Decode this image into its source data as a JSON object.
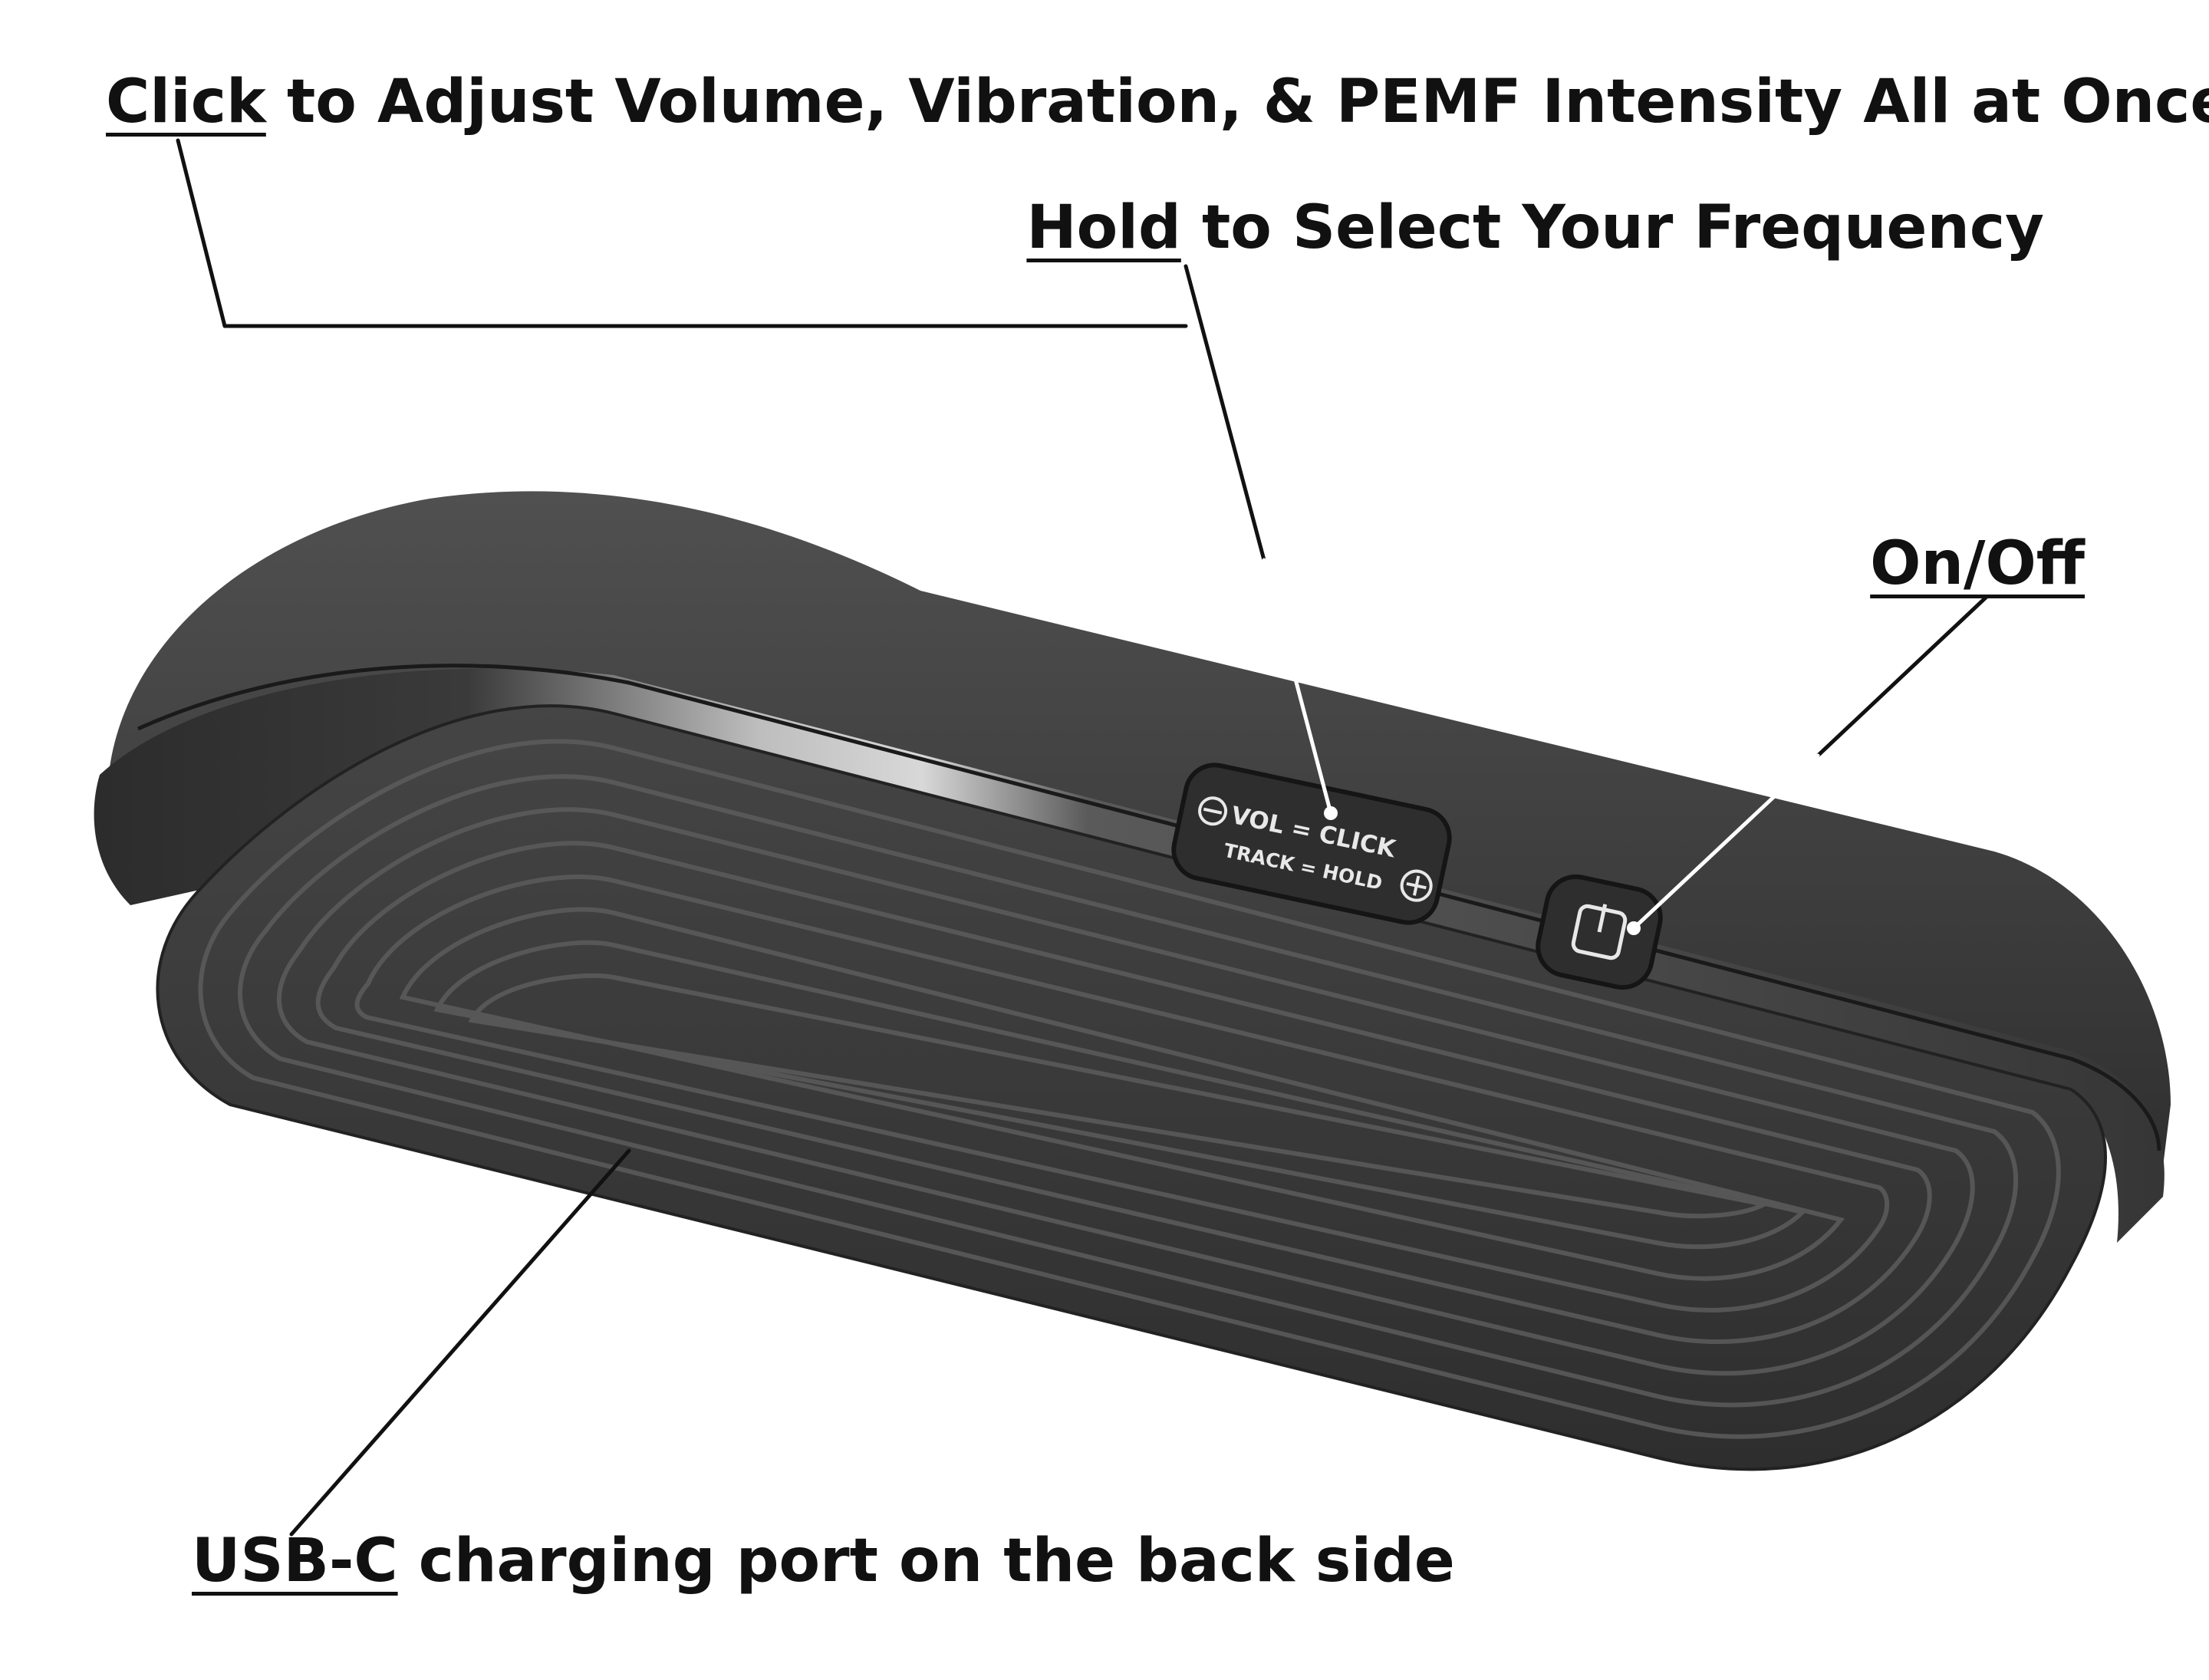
{
  "callouts": {
    "click": {
      "keyword": "Click",
      "text": " to Adjust Volume, Vibration, & PEMF Intensity All at Once"
    },
    "hold": {
      "keyword": "Hold",
      "text": " to Select Your Frequency"
    },
    "onoff": {
      "keyword": "On/Off",
      "text": ""
    },
    "usbc": {
      "keyword": "USB-C",
      "text": " charging port on the back side"
    }
  },
  "device": {
    "label_line1": "VOL = CLICK",
    "label_line2": "TRACK = HOLD",
    "minus_icon": "minus-circle-icon",
    "plus_icon": "plus-circle-icon",
    "power_icon": "power-icon"
  },
  "colors": {
    "device_body": "#3a3a3a",
    "device_highlight": "#bdbdbd",
    "leader_dark": "#111111",
    "leader_light": "#ffffff",
    "text": "#111111"
  }
}
